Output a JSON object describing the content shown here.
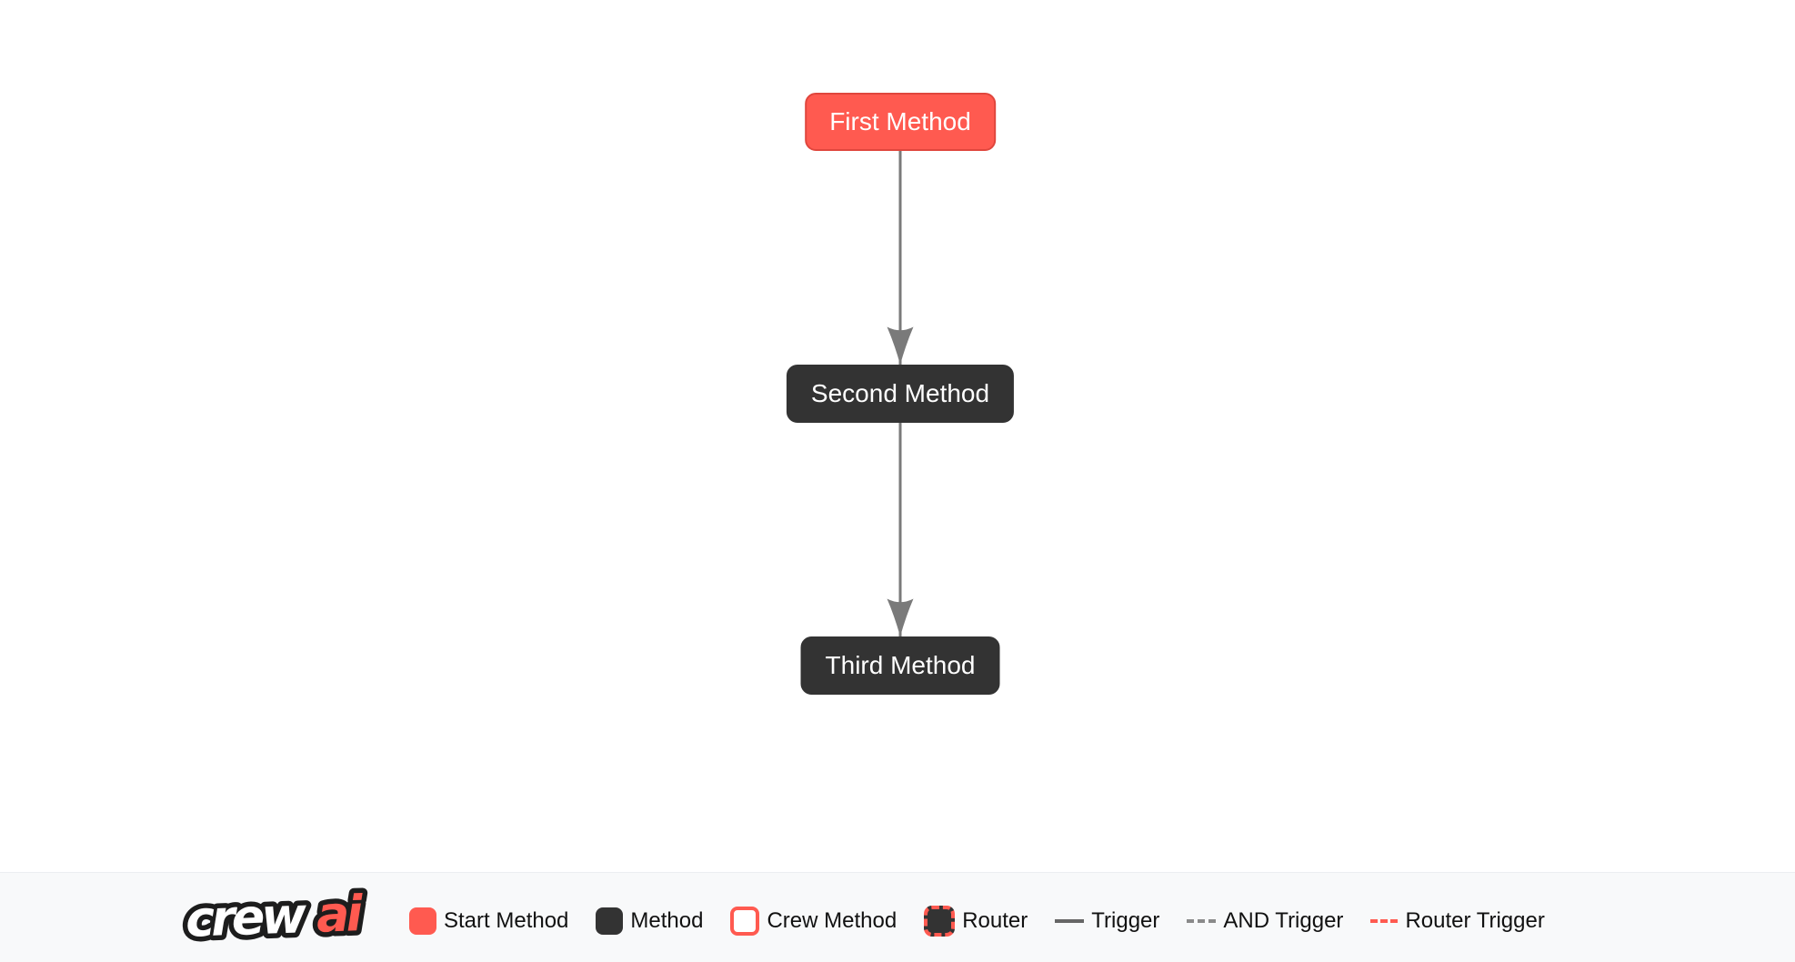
{
  "colors": {
    "start_node": "#FF5A50",
    "method_node": "#333333",
    "edge": "#7a7a7a",
    "legend_background": "#f8f9fa",
    "node_text": "#ffffff",
    "legend_text": "#111111"
  },
  "flow": {
    "nodes": [
      {
        "label": "First Method",
        "type": "start"
      },
      {
        "label": "Second Method",
        "type": "method"
      },
      {
        "label": "Third Method",
        "type": "method"
      }
    ],
    "edges": [
      {
        "from": "First Method",
        "to": "Second Method",
        "type": "trigger"
      },
      {
        "from": "Second Method",
        "to": "Third Method",
        "type": "trigger"
      }
    ]
  },
  "legend": {
    "logo": {
      "part1": "crew",
      "part2": "ai"
    },
    "items": [
      {
        "label": "Start Method",
        "swatch": "start"
      },
      {
        "label": "Method",
        "swatch": "method"
      },
      {
        "label": "Crew Method",
        "swatch": "crew"
      },
      {
        "label": "Router",
        "swatch": "router"
      },
      {
        "label": "Trigger",
        "swatch": "line-solid"
      },
      {
        "label": "AND Trigger",
        "swatch": "line-dashed"
      },
      {
        "label": "Router Trigger",
        "swatch": "line-dashed-red"
      }
    ]
  }
}
